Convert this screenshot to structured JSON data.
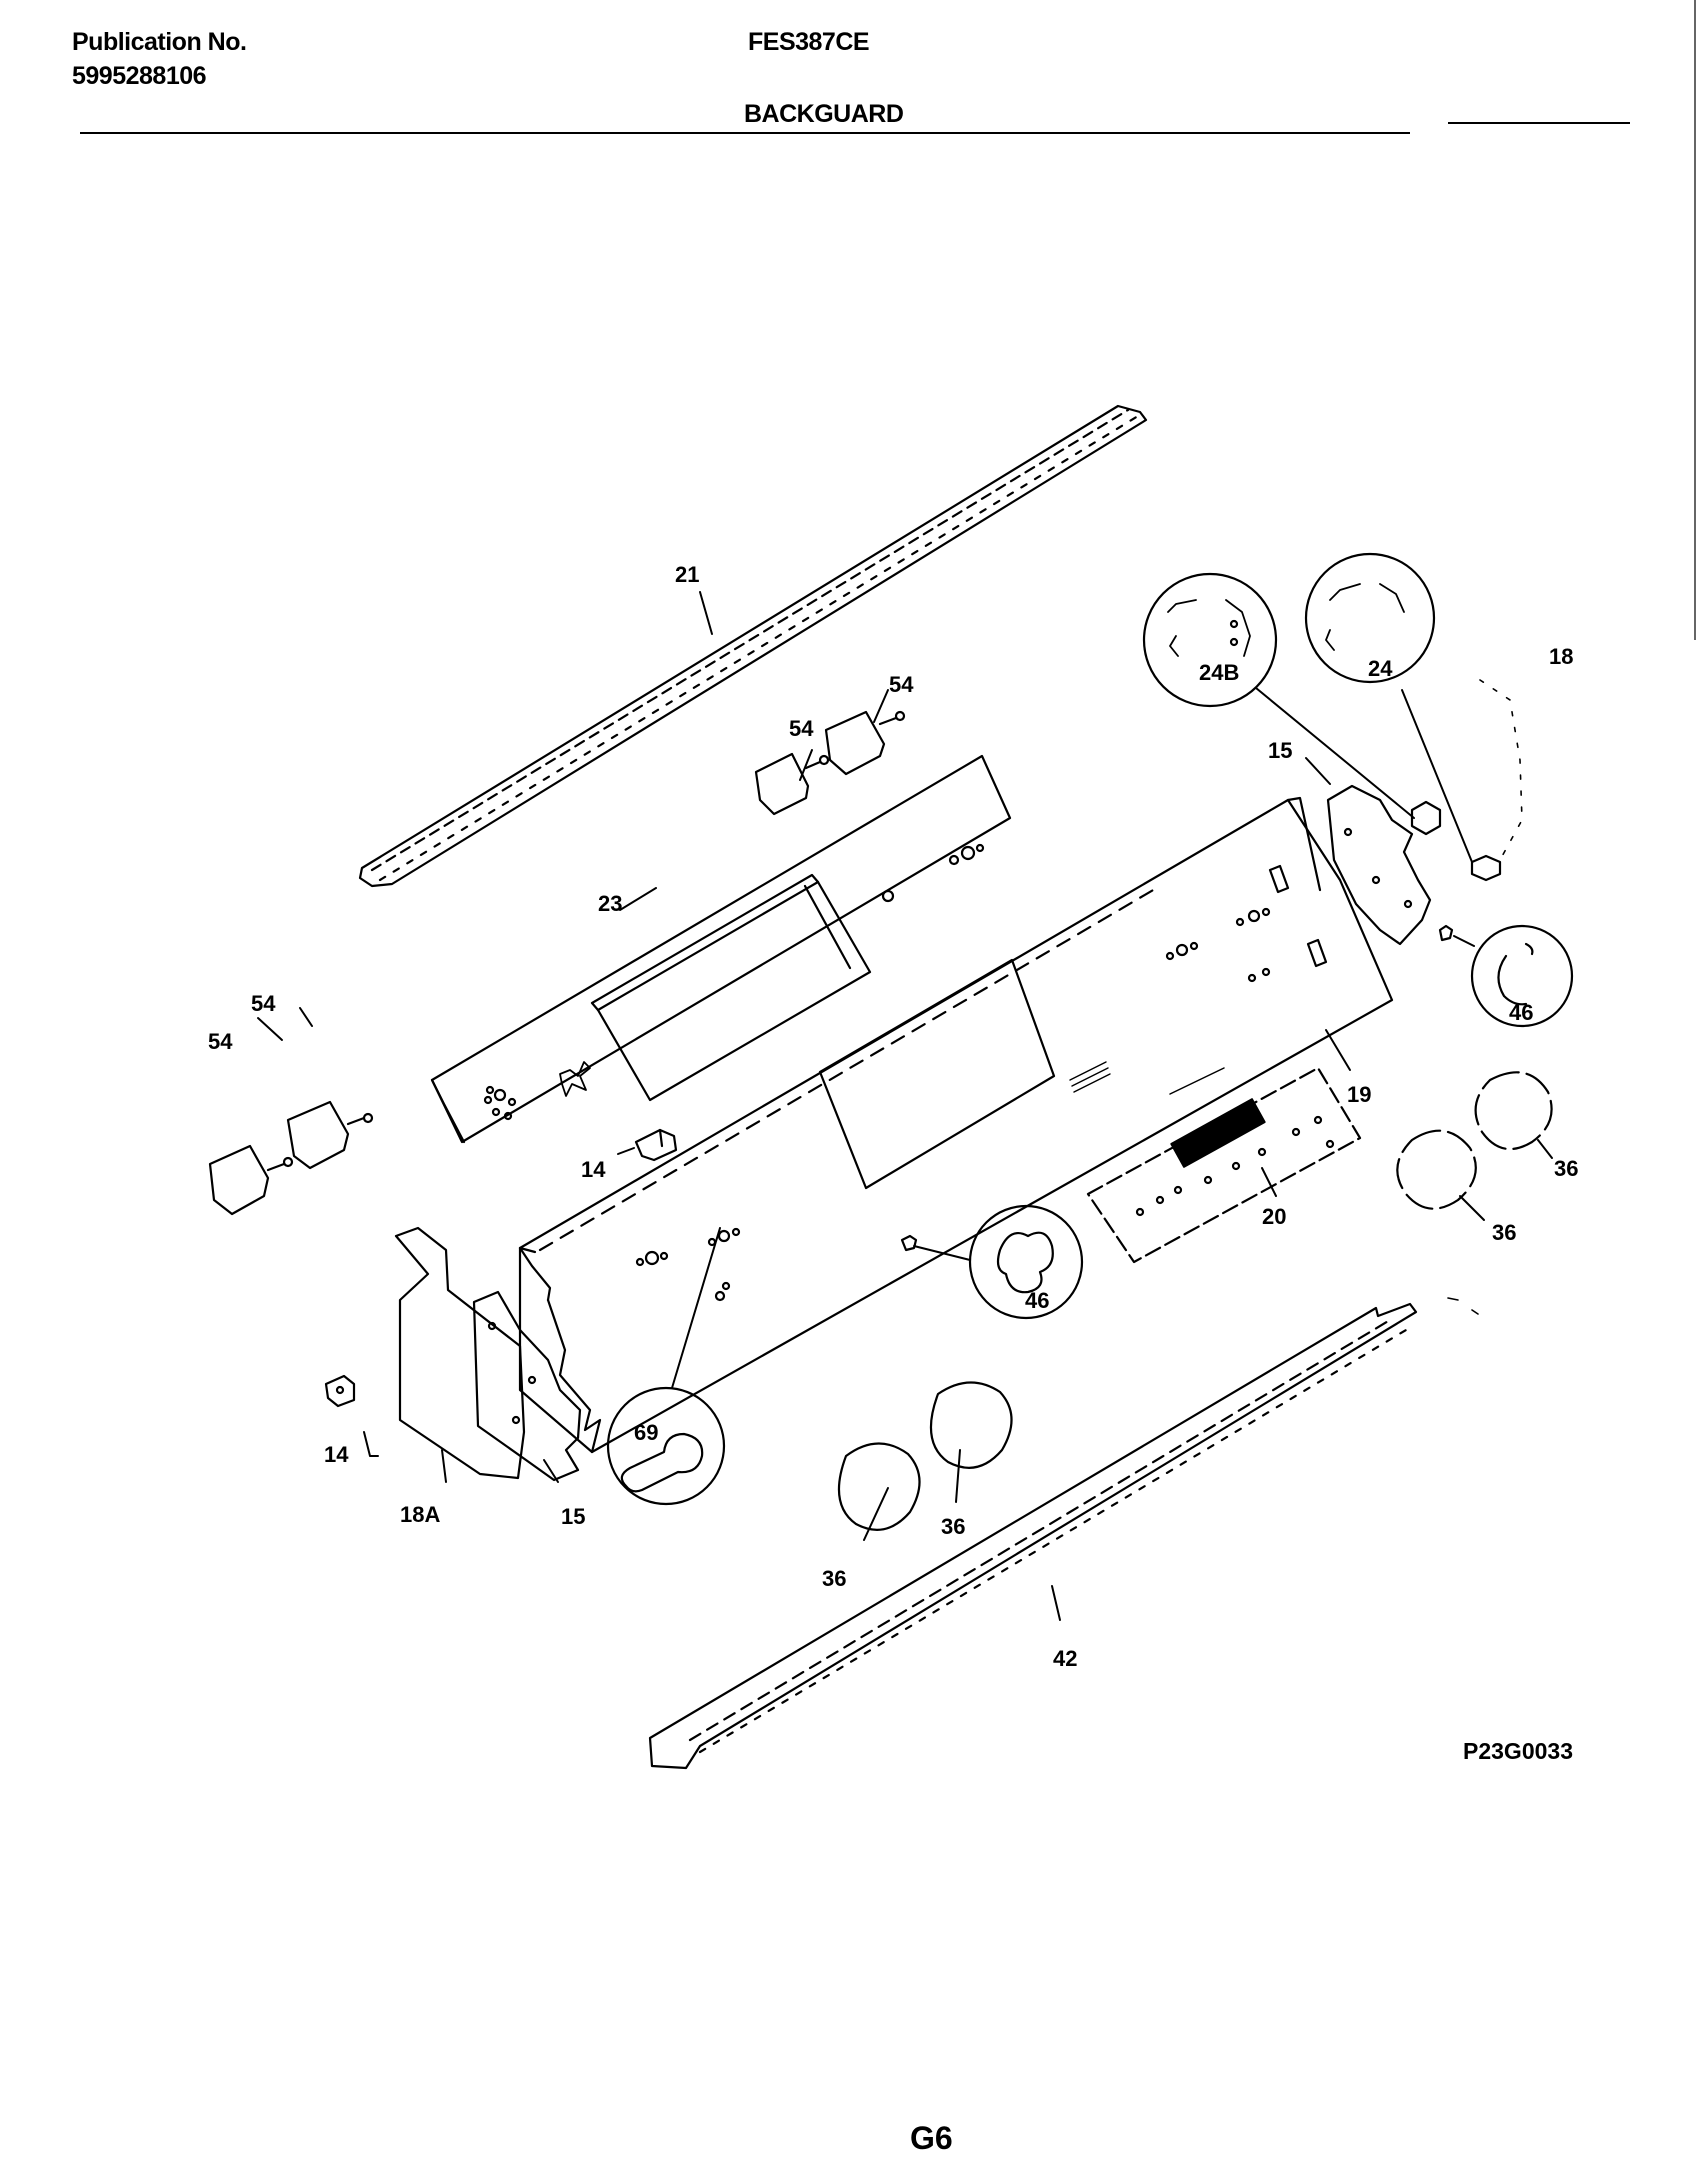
{
  "header": {
    "publication_label": "Publication No.",
    "publication_number": "5995288106",
    "model": "FES387CE",
    "section_title": "BACKGUARD"
  },
  "diagram": {
    "part_labels": {
      "p21": "21",
      "p54a": "54",
      "p54b": "54",
      "p54c": "54",
      "p54d": "54",
      "p23": "23",
      "p14a": "14",
      "p14b": "14",
      "p18A": "18A",
      "p15a": "15",
      "p15b": "15",
      "p69": "69",
      "p46a": "46",
      "p46b": "46",
      "p24B": "24B",
      "p24": "24",
      "p18": "18",
      "p19": "19",
      "p20": "20",
      "p36a": "36",
      "p36b": "36",
      "p36c": "36",
      "p36d": "36",
      "p42": "42"
    },
    "code": "P23G0033"
  },
  "footer": {
    "page_code": "G6"
  }
}
